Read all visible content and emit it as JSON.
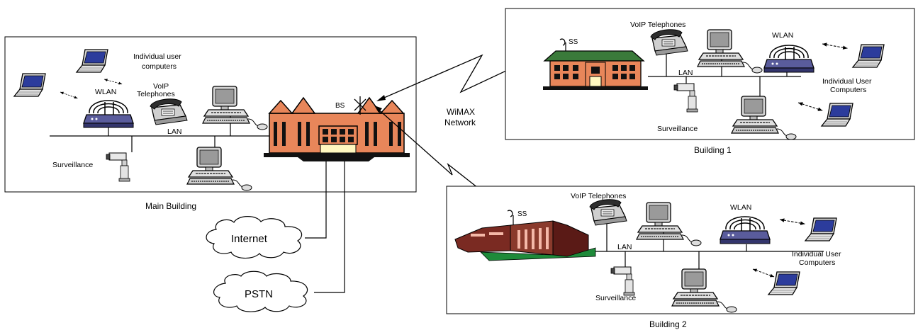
{
  "main_building": {
    "caption": "Main Building",
    "labels": {
      "individual_user": "Individual user",
      "computers": "computers",
      "wlan": "WLAN",
      "voip_line1": "VoIP",
      "voip_line2": "Telephones",
      "lan": "LAN",
      "surveillance": "Surveillance",
      "bs": "BS"
    }
  },
  "network": {
    "wimax_line1": "WiMAX",
    "wimax_line2": "Network",
    "internet": "Internet",
    "pstn": "PSTN"
  },
  "building1": {
    "caption": "Building 1",
    "labels": {
      "voip": "VoIP Telephones",
      "wlan": "WLAN",
      "lan": "LAN",
      "ss": "SS",
      "individual_user": "Individual User",
      "computers": "Computers",
      "surveillance": "Surveillance"
    }
  },
  "building2": {
    "caption": "Building 2",
    "labels": {
      "voip": "VoIP Telephones",
      "wlan": "WLAN",
      "lan": "LAN",
      "ss": "SS",
      "individual_user": "Individual User",
      "computers": "Computers",
      "surveillance": "Surveillance"
    }
  }
}
